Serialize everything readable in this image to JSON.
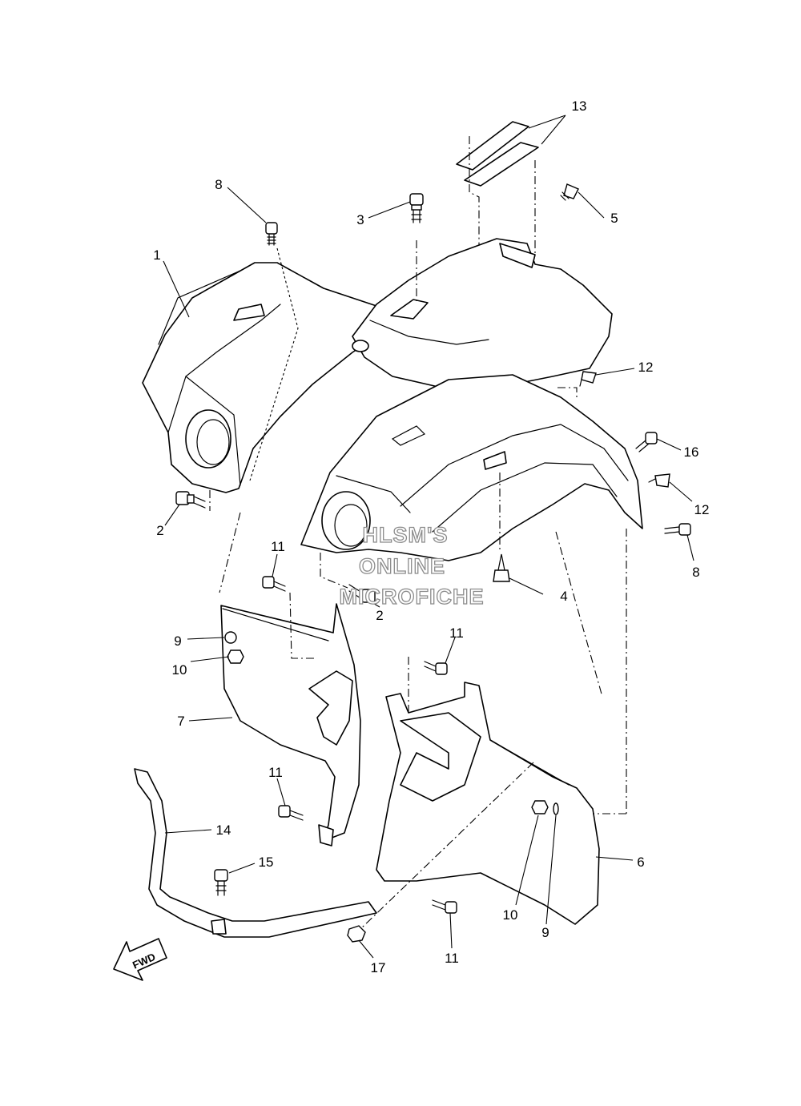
{
  "callouts": [
    {
      "label": "1"
    },
    {
      "label": "2"
    },
    {
      "label": "2"
    },
    {
      "label": "3"
    },
    {
      "label": "4"
    },
    {
      "label": "5"
    },
    {
      "label": "6"
    },
    {
      "label": "7"
    },
    {
      "label": "8"
    },
    {
      "label": "8"
    },
    {
      "label": "9"
    },
    {
      "label": "9"
    },
    {
      "label": "10"
    },
    {
      "label": "10"
    },
    {
      "label": "11"
    },
    {
      "label": "11"
    },
    {
      "label": "11"
    },
    {
      "label": "11"
    },
    {
      "label": "12"
    },
    {
      "label": "12"
    },
    {
      "label": "13"
    },
    {
      "label": "14"
    },
    {
      "label": "15"
    },
    {
      "label": "16"
    },
    {
      "label": "17"
    }
  ],
  "watermark": {
    "line1": "HLSM'S",
    "line2": "ONLINE",
    "line3": "MICROFICHE"
  },
  "direction_arrow": {
    "label": "FWD"
  },
  "icons": [
    "bolt-icon",
    "nut-icon",
    "clip-icon",
    "washer-icon",
    "fwd-arrow-icon"
  ]
}
